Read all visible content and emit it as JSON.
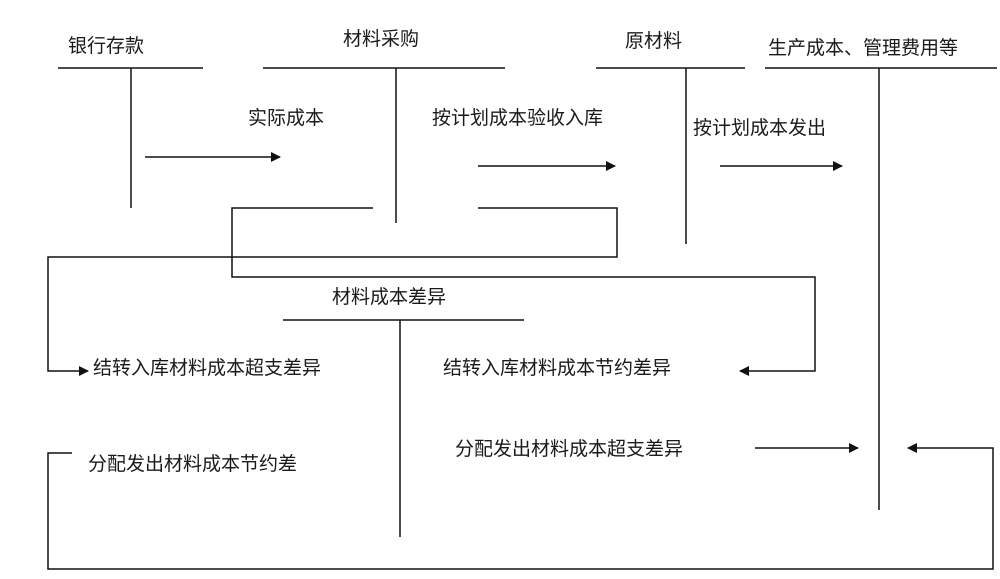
{
  "accounts": {
    "bank_deposit": "银行存款",
    "material_purchase": "材料采购",
    "raw_material": "原材料",
    "production_cost": "生产成本、管理费用等",
    "material_cost_variance": "材料成本差异"
  },
  "flows": {
    "actual_cost": "实际成本",
    "inbound_planned_cost": "按计划成本验收入库",
    "issue_planned_cost": "按计划成本发出",
    "transfer_overrun_variance": "结转入库材料成本超支差异",
    "transfer_saving_variance": "结转入库材料成本节约差异",
    "allocate_saving_variance": "分配发出材料成本节约差",
    "allocate_overrun_variance": "分配发出材料成本超支差异"
  }
}
